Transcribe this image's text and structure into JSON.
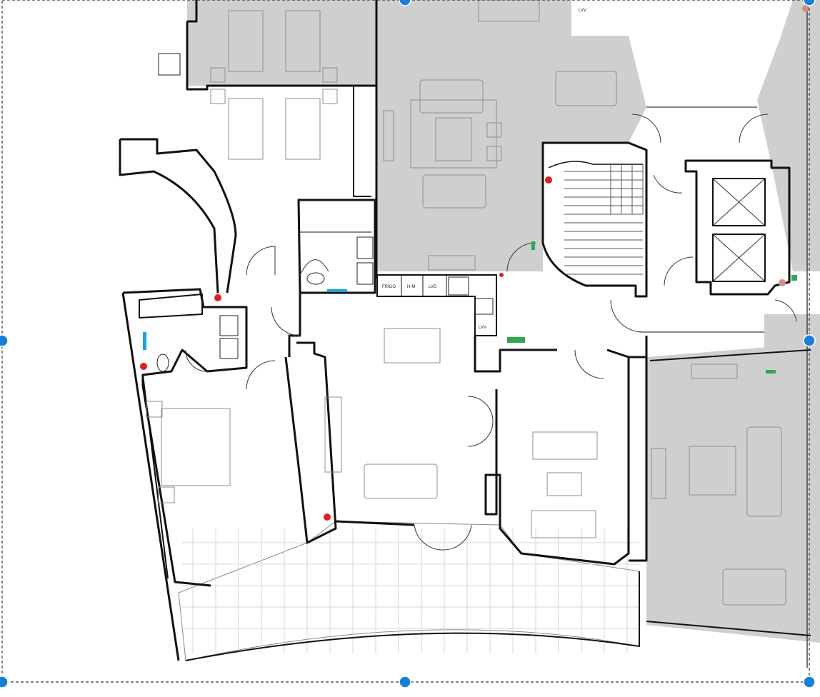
{
  "colors": {
    "wall": "#111111",
    "shaded_area": "#cfcfcf",
    "furniture_line": "#8f8f8f",
    "marker_red": "#e02020",
    "marker_faded": "#d98a8a",
    "marker_blue": "#1aa3d9",
    "marker_green": "#2fa84f",
    "selection_handle": "#1a7fd4",
    "selection_border": "#333333"
  },
  "kitchen_labels": {
    "frigo": "FRIGO",
    "hm": "H-M",
    "lvd": "LVD",
    "lvv": "LVV",
    "lvv_top": "LVV"
  },
  "icons": {
    "selection_handle": "circle-handle",
    "socket_marker": "red-dot"
  }
}
